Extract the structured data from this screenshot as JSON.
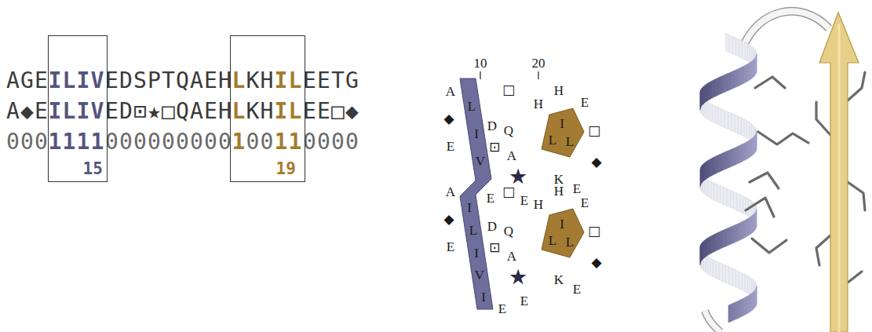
{
  "diagram": {
    "nodes": [
      {
        "text": [
          "ILIV",
          "ILIV",
          "1111",
          "15"
        ]
      },
      {
        "text": [
          "L",
          "KH",
          "IL",
          "L",
          "KH",
          "IL",
          "1",
          "00",
          "11",
          "19"
        ]
      },
      {
        "text": [
          "L",
          "I",
          "V",
          "I",
          "L",
          "I",
          "V",
          "I"
        ]
      },
      {
        "text": [
          "I",
          "L",
          "L"
        ]
      },
      {
        "text": [
          "I",
          "L",
          "L"
        ]
      }
    ],
    "labels": [
      "AGE",
      "EDSPTQAEH",
      "EETG",
      "A◆E",
      "ED⊡★□QAEH",
      "EE□◆",
      "000",
      "000000000",
      "0000",
      "10",
      "20",
      "A",
      "◆",
      "E",
      "D",
      "⊡",
      "★",
      "□",
      "Q",
      "A",
      "E",
      "H",
      "H",
      "E",
      "□",
      "◆",
      "K",
      "E",
      "A",
      "◆",
      "E",
      "D",
      "⊡",
      "★",
      "□",
      "Q",
      "A",
      "E",
      "H",
      "H",
      "E",
      "□",
      "◆",
      "K",
      "E",
      "E",
      "E"
    ]
  }
}
